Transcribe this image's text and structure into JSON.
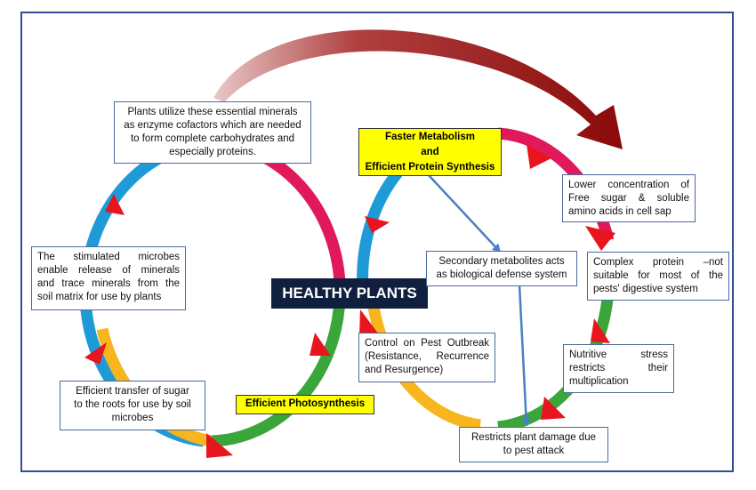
{
  "central_label": "HEALTHY PLANTS",
  "highlights": {
    "metabolism_line1": "Faster Metabolism",
    "metabolism_line2": "and",
    "metabolism_line3": "Efficient Protein Synthesis",
    "photosynthesis": "Efficient Photosynthesis"
  },
  "left_cycle": {
    "minerals": [
      "Plants  utilize these essential minerals",
      "as enzyme cofactors which are needed",
      "to form complete carbohydrates and",
      "especially proteins."
    ],
    "microbes": [
      "The     stimulated     microbes",
      "enable release of minerals",
      "and trace minerals from the",
      "soil matrix for use by plants"
    ],
    "sugar": [
      "Efficient transfer of sugar",
      "to the roots for use by soil",
      "microbes"
    ]
  },
  "right_cycle": {
    "concentration": [
      "Lower   concentration   of",
      "Free  sugar  &  soluble",
      "amino acids in cell sap"
    ],
    "complex_protein": [
      "Complex    protein    –not",
      "suitable  for  most  of  the",
      "pests' digestive system"
    ],
    "nutritive_stress": [
      "Nutritive           stress",
      "restricts             their",
      "multiplication"
    ],
    "damage": [
      "Restricts  plant damage due",
      "to pest attack"
    ],
    "secondary_metabolites": [
      "Secondary metabolites acts",
      "as biological defense system"
    ],
    "pest_control": [
      "Control on Pest Outbreak",
      "(Resistance,       Recurrence",
      "and Resurgence)"
    ]
  },
  "colors": {
    "frame": "#2f4f8f",
    "ring_blue": "#1e9bd7",
    "ring_pink": "#e0195a",
    "ring_green": "#3aa63a",
    "ring_orange": "#f7b51e",
    "arrowhead": "#e8141e",
    "big_arrow": "#8b0a0a",
    "connector": "#4a7fc1",
    "highlight": "#ffff00",
    "central_bg": "#0f1f3d"
  }
}
